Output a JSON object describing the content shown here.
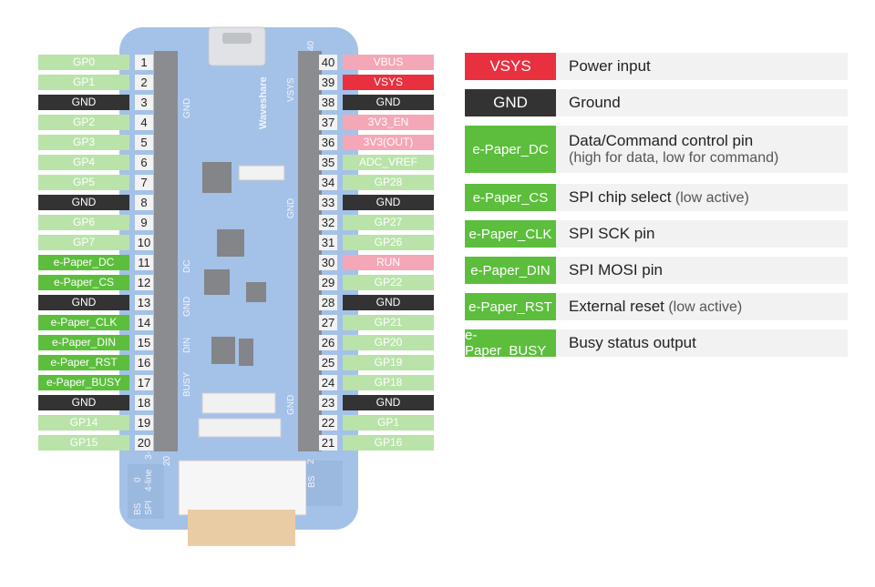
{
  "colors": {
    "gp": "#b9e3a9",
    "gnd": "#333333",
    "epaper": "#5cbe3c",
    "pink": "#f4a7b6",
    "vsys": "#e8303f",
    "board": "#5a8fd6"
  },
  "board": {
    "brand": "Waveshare",
    "silkscreen": [
      "GND",
      "VSYS",
      "GND",
      "DC",
      "GND",
      "DIN",
      "BUSY",
      "GND",
      "BS",
      "0",
      "BS",
      "SPI",
      "4-line",
      "3-",
      "20",
      "2",
      "40"
    ]
  },
  "left_pins": [
    {
      "num": "1",
      "label": "GP0",
      "kind": "gp"
    },
    {
      "num": "2",
      "label": "GP1",
      "kind": "gp"
    },
    {
      "num": "3",
      "label": "GND",
      "kind": "gnd"
    },
    {
      "num": "4",
      "label": "GP2",
      "kind": "gp"
    },
    {
      "num": "5",
      "label": "GP3",
      "kind": "gp"
    },
    {
      "num": "6",
      "label": "GP4",
      "kind": "gp"
    },
    {
      "num": "7",
      "label": "GP5",
      "kind": "gp"
    },
    {
      "num": "8",
      "label": "GND",
      "kind": "gnd"
    },
    {
      "num": "9",
      "label": "GP6",
      "kind": "gp"
    },
    {
      "num": "10",
      "label": "GP7",
      "kind": "gp"
    },
    {
      "num": "11",
      "label": "e-Paper_DC",
      "kind": "epaper"
    },
    {
      "num": "12",
      "label": "e-Paper_CS",
      "kind": "epaper"
    },
    {
      "num": "13",
      "label": "GND",
      "kind": "gnd"
    },
    {
      "num": "14",
      "label": "e-Paper_CLK",
      "kind": "epaper"
    },
    {
      "num": "15",
      "label": "e-Paper_DIN",
      "kind": "epaper"
    },
    {
      "num": "16",
      "label": "e-Paper_RST",
      "kind": "epaper"
    },
    {
      "num": "17",
      "label": "e-Paper_BUSY",
      "kind": "epaper"
    },
    {
      "num": "18",
      "label": "GND",
      "kind": "gnd"
    },
    {
      "num": "19",
      "label": "GP14",
      "kind": "gp"
    },
    {
      "num": "20",
      "label": "GP15",
      "kind": "gp"
    }
  ],
  "right_pins": [
    {
      "num": "40",
      "label": "VBUS",
      "kind": "pink"
    },
    {
      "num": "39",
      "label": "VSYS",
      "kind": "vsys"
    },
    {
      "num": "38",
      "label": "GND",
      "kind": "gnd"
    },
    {
      "num": "37",
      "label": "3V3_EN",
      "kind": "pink"
    },
    {
      "num": "36",
      "label": "3V3(OUT)",
      "kind": "pink"
    },
    {
      "num": "35",
      "label": "ADC_VREF",
      "kind": "gp"
    },
    {
      "num": "34",
      "label": "GP28",
      "kind": "gp"
    },
    {
      "num": "33",
      "label": "GND",
      "kind": "gnd"
    },
    {
      "num": "32",
      "label": "GP27",
      "kind": "gp"
    },
    {
      "num": "31",
      "label": "GP26",
      "kind": "gp"
    },
    {
      "num": "30",
      "label": "RUN",
      "kind": "pink"
    },
    {
      "num": "29",
      "label": "GP22",
      "kind": "gp"
    },
    {
      "num": "28",
      "label": "GND",
      "kind": "gnd"
    },
    {
      "num": "27",
      "label": "GP21",
      "kind": "gp"
    },
    {
      "num": "26",
      "label": "GP20",
      "kind": "gp"
    },
    {
      "num": "25",
      "label": "GP19",
      "kind": "gp"
    },
    {
      "num": "24",
      "label": "GP18",
      "kind": "gp"
    },
    {
      "num": "23",
      "label": "GND",
      "kind": "gnd"
    },
    {
      "num": "22",
      "label": "GP1",
      "kind": "gp"
    },
    {
      "num": "21",
      "label": "GP16",
      "kind": "gp"
    }
  ],
  "legend": [
    {
      "tag": "VSYS",
      "kind": "vsys",
      "desc": "Power input",
      "suffix": "",
      "sub": ""
    },
    {
      "tag": "GND",
      "kind": "gnd",
      "desc": "Ground",
      "suffix": "",
      "sub": ""
    },
    {
      "tag": "e-Paper_DC",
      "kind": "epaper",
      "desc": "Data/Command control pin",
      "suffix": "",
      "sub": "(high for data, low for command)"
    },
    {
      "tag": "e-Paper_CS",
      "kind": "epaper",
      "desc": "SPI chip select",
      "suffix": "(low active)",
      "sub": ""
    },
    {
      "tag": "e-Paper_CLK",
      "kind": "epaper",
      "desc": "SPI  SCK pin",
      "suffix": "",
      "sub": ""
    },
    {
      "tag": "e-Paper_DIN",
      "kind": "epaper",
      "desc": "SPI MOSI pin",
      "suffix": "",
      "sub": ""
    },
    {
      "tag": "e-Paper_RST",
      "kind": "epaper",
      "desc": "External reset",
      "suffix": "(low active)",
      "sub": ""
    },
    {
      "tag": "e-Paper_BUSY",
      "kind": "epaper",
      "desc": "Busy status output",
      "suffix": "",
      "sub": ""
    }
  ]
}
